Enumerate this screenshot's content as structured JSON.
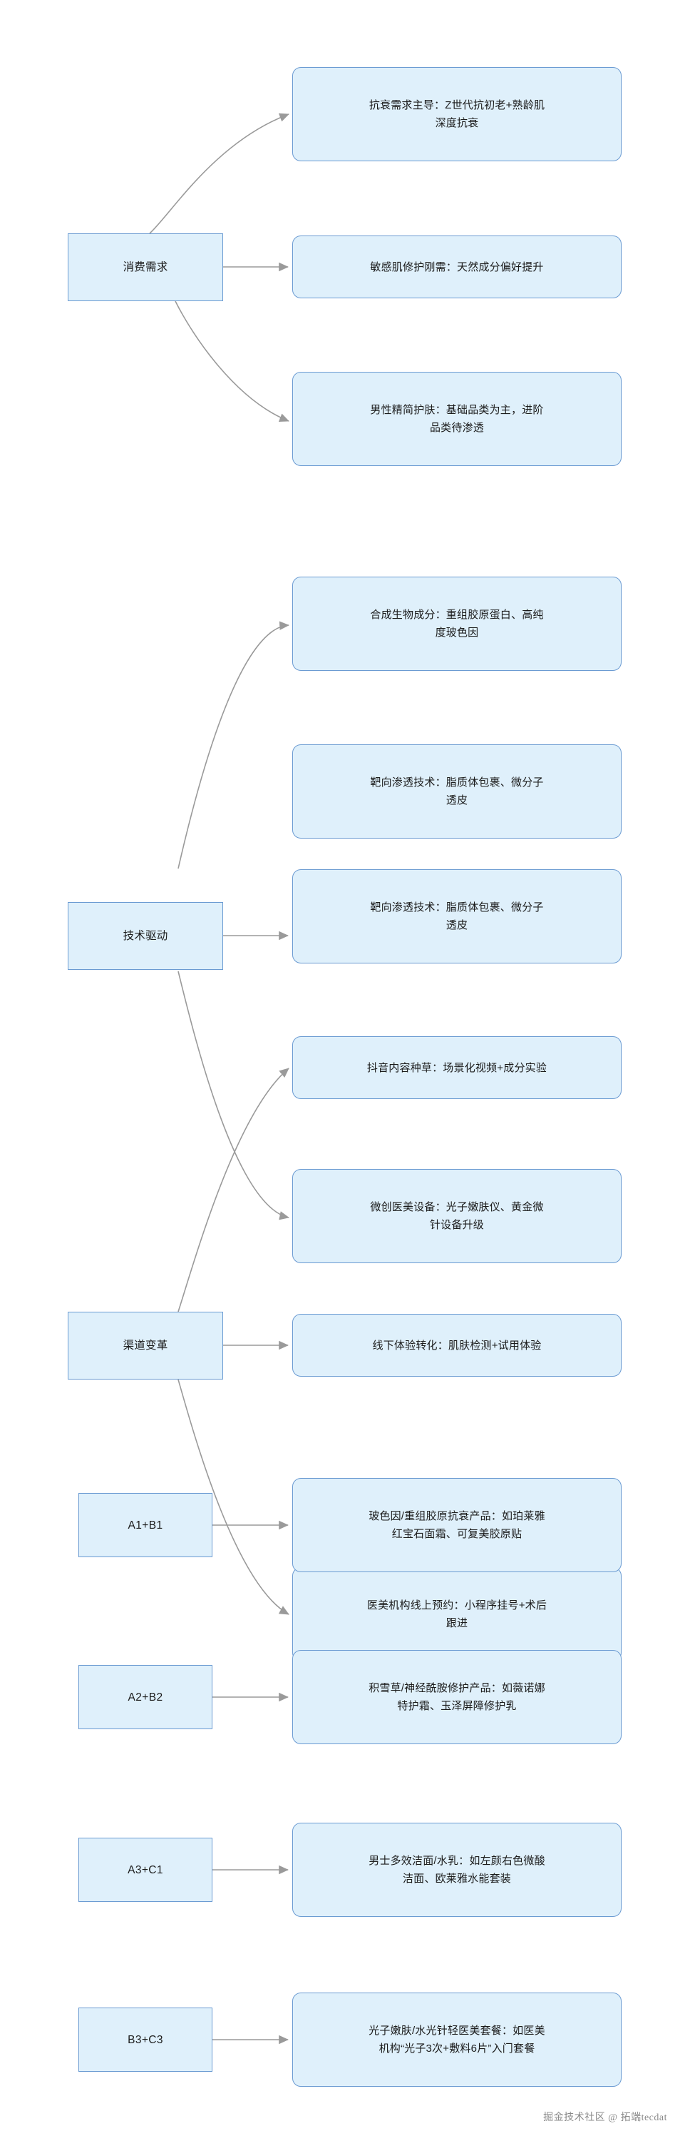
{
  "diagram": {
    "type": "flowchart",
    "direction": "left-to-right",
    "colors": {
      "node_fill": "#dff0fb",
      "node_border": "#6b9bd2",
      "edge_stroke": "#9a9a9a",
      "text": "#1b1b1b",
      "background": "#ffffff",
      "watermark": "#8a8a8a"
    },
    "source_nodes": [
      {
        "id": "A",
        "label": "消费需求"
      },
      {
        "id": "B",
        "label": "技术驱动"
      },
      {
        "id": "C",
        "label": "渠道变革"
      },
      {
        "id": "AB1",
        "label": "A1+B1"
      },
      {
        "id": "AB2",
        "label": "A2+B2"
      },
      {
        "id": "AC1",
        "label": "A3+C1"
      },
      {
        "id": "BC3",
        "label": "B3+C3"
      }
    ],
    "target_nodes": [
      {
        "id": "A1",
        "label": "抗衰需求主导：Z世代抗初老+熟龄肌\n深度抗衰"
      },
      {
        "id": "A2",
        "label": "敏感肌修护刚需：天然成分偏好提升"
      },
      {
        "id": "A3",
        "label": "男性精简护肤：基础品类为主，进阶\n品类待渗透"
      },
      {
        "id": "B1",
        "label": "合成生物成分：重组胶原蛋白、高纯\n度玻色因"
      },
      {
        "id": "B2",
        "label": "靶向渗透技术：脂质体包裹、微分子\n透皮"
      },
      {
        "id": "B3",
        "label": "微创医美设备：光子嫩肤仪、黄金微\n针设备升级"
      },
      {
        "id": "C1",
        "label": "抖音内容种草：场景化视频+成分实验"
      },
      {
        "id": "C2",
        "label": "线下体验转化：肌肤检测+试用体验"
      },
      {
        "id": "C3",
        "label": "医美机构线上预约：小程序挂号+术后\n跟进"
      },
      {
        "id": "P1",
        "label": "玻色因/重组胶原抗衰产品：如珀莱雅\n红宝石面霜、可复美胶原贴"
      },
      {
        "id": "P2",
        "label": "积雪草/神经酰胺修护产品：如薇诺娜\n特护霜、玉泽屏障修护乳"
      },
      {
        "id": "P3",
        "label": "男士多效洁面/水乳：如左颜右色微酸\n洁面、欧莱雅水能套装"
      },
      {
        "id": "P4",
        "label": "光子嫩肤/水光针轻医美套餐：如医美\n机构“光子3次+敷料6片”入门套餐"
      }
    ],
    "edges": [
      {
        "from": "A",
        "to": "A1"
      },
      {
        "from": "A",
        "to": "A2"
      },
      {
        "from": "A",
        "to": "A3"
      },
      {
        "from": "B",
        "to": "B1"
      },
      {
        "from": "B",
        "to": "B2"
      },
      {
        "from": "B",
        "to": "B3"
      },
      {
        "from": "C",
        "to": "C1"
      },
      {
        "from": "C",
        "to": "C2"
      },
      {
        "from": "C",
        "to": "C3"
      },
      {
        "from": "AB1",
        "to": "P1"
      },
      {
        "from": "AB2",
        "to": "P2"
      },
      {
        "from": "AC1",
        "to": "P3"
      },
      {
        "from": "BC3",
        "to": "P4"
      }
    ]
  },
  "watermark": {
    "text": "掘金技术社区 @ 拓端tecdat"
  }
}
